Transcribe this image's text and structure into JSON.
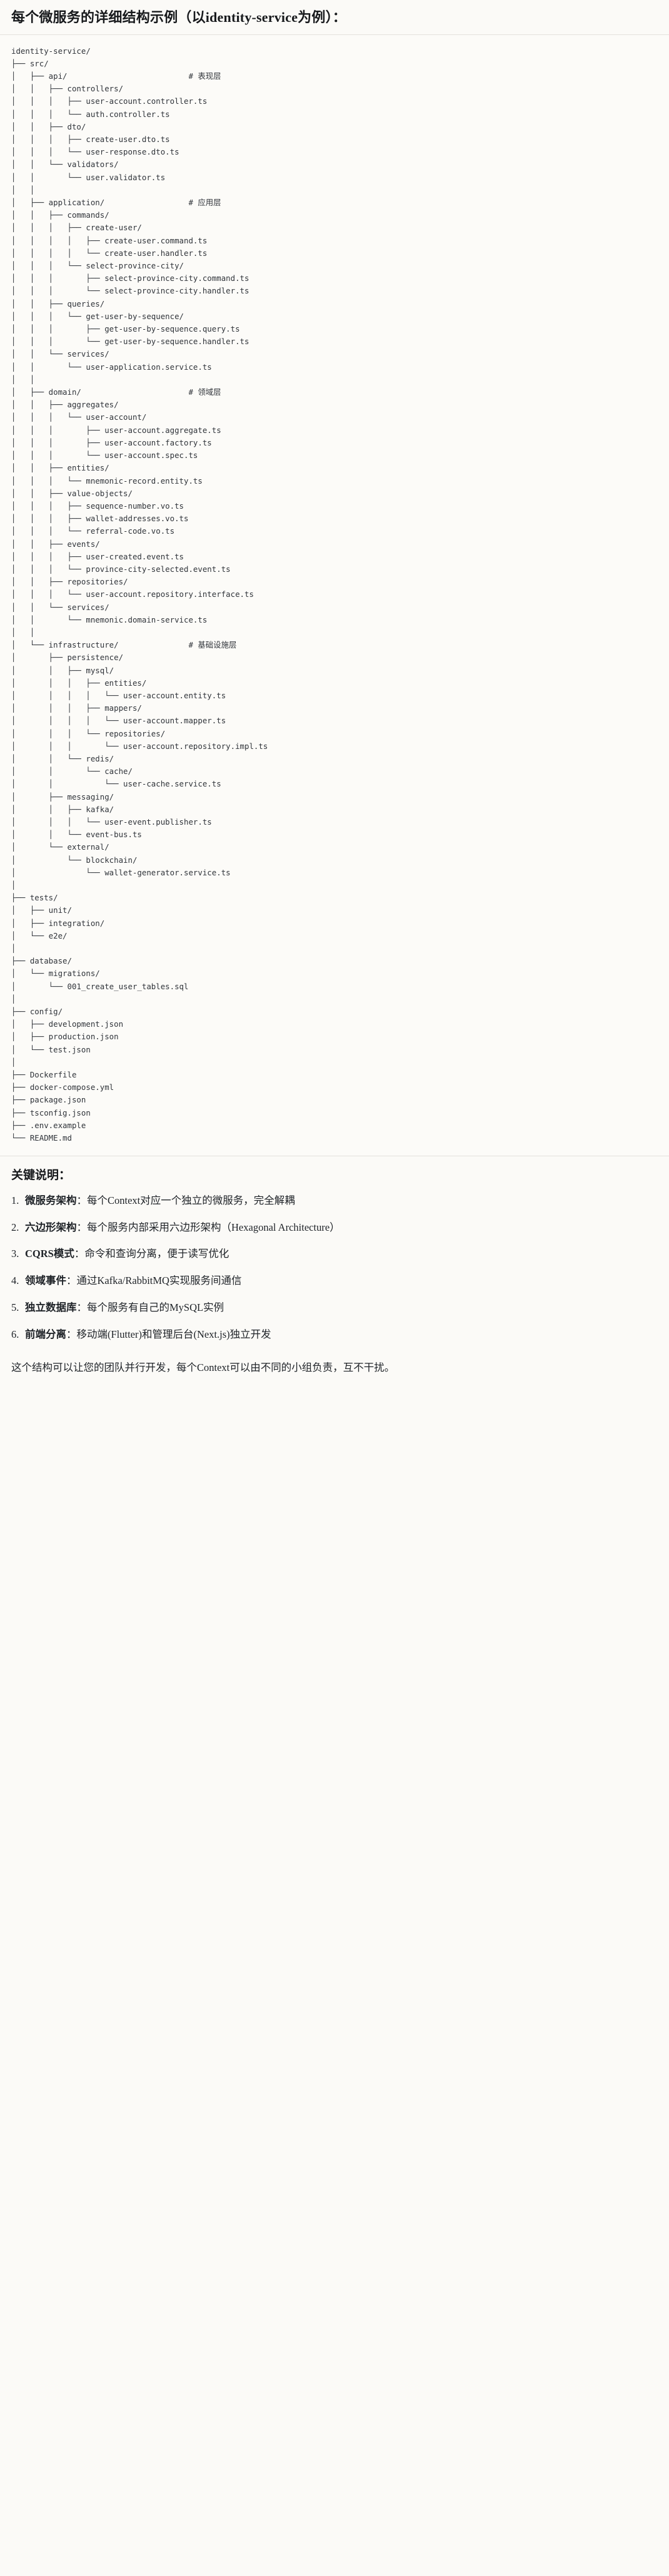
{
  "heading": "每个微服务的详细结构示例（以identity-service为例）：",
  "tree": {
    "root": "identity-service/",
    "lines": [
      "identity-service/",
      "├── src/",
      "│   ├── api/                          # 表现层",
      "│   │   ├── controllers/",
      "│   │   │   ├── user-account.controller.ts",
      "│   │   │   └── auth.controller.ts",
      "│   │   ├── dto/",
      "│   │   │   ├── create-user.dto.ts",
      "│   │   │   └── user-response.dto.ts",
      "│   │   └── validators/",
      "│   │       └── user.validator.ts",
      "│   │",
      "│   ├── application/                  # 应用层",
      "│   │   ├── commands/",
      "│   │   │   ├── create-user/",
      "│   │   │   │   ├── create-user.command.ts",
      "│   │   │   │   └── create-user.handler.ts",
      "│   │   │   └── select-province-city/",
      "│   │   │       ├── select-province-city.command.ts",
      "│   │   │       └── select-province-city.handler.ts",
      "│   │   ├── queries/",
      "│   │   │   └── get-user-by-sequence/",
      "│   │   │       ├── get-user-by-sequence.query.ts",
      "│   │   │       └── get-user-by-sequence.handler.ts",
      "│   │   └── services/",
      "│   │       └── user-application.service.ts",
      "│   │",
      "│   ├── domain/                       # 领域层",
      "│   │   ├── aggregates/",
      "│   │   │   └── user-account/",
      "│   │   │       ├── user-account.aggregate.ts",
      "│   │   │       ├── user-account.factory.ts",
      "│   │   │       └── user-account.spec.ts",
      "│   │   ├── entities/",
      "│   │   │   └── mnemonic-record.entity.ts",
      "│   │   ├── value-objects/",
      "│   │   │   ├── sequence-number.vo.ts",
      "│   │   │   ├── wallet-addresses.vo.ts",
      "│   │   │   └── referral-code.vo.ts",
      "│   │   ├── events/",
      "│   │   │   ├── user-created.event.ts",
      "│   │   │   └── province-city-selected.event.ts",
      "│   │   ├── repositories/",
      "│   │   │   └── user-account.repository.interface.ts",
      "│   │   └── services/",
      "│   │       └── mnemonic.domain-service.ts",
      "│   │",
      "│   └── infrastructure/               # 基础设施层",
      "│       ├── persistence/",
      "│       │   ├── mysql/",
      "│       │   │   ├── entities/",
      "│       │   │   │   └── user-account.entity.ts",
      "│       │   │   ├── mappers/",
      "│       │   │   │   └── user-account.mapper.ts",
      "│       │   │   └── repositories/",
      "│       │   │       └── user-account.repository.impl.ts",
      "│       │   └── redis/",
      "│       │       └── cache/",
      "│       │           └── user-cache.service.ts",
      "│       ├── messaging/",
      "│       │   ├── kafka/",
      "│       │   │   └── user-event.publisher.ts",
      "│       │   └── event-bus.ts",
      "│       └── external/",
      "│           └── blockchain/",
      "│               └── wallet-generator.service.ts",
      "│",
      "├── tests/",
      "│   ├── unit/",
      "│   ├── integration/",
      "│   └── e2e/",
      "│",
      "├── database/",
      "│   └── migrations/",
      "│       └── 001_create_user_tables.sql",
      "│",
      "├── config/",
      "│   ├── development.json",
      "│   ├── production.json",
      "│   └── test.json",
      "│",
      "├── Dockerfile",
      "├── docker-compose.yml",
      "├── package.json",
      "├── tsconfig.json",
      "├── .env.example",
      "└── README.md"
    ],
    "layer_comments": [
      {
        "path": "src/api/",
        "comment": "# 表现层"
      },
      {
        "path": "src/application/",
        "comment": "# 应用层"
      },
      {
        "path": "src/domain/",
        "comment": "# 领域层"
      },
      {
        "path": "src/infrastructure/",
        "comment": "# 基础设施层"
      }
    ]
  },
  "notes": {
    "title": "关键说明：",
    "items": [
      {
        "term": "微服务架构",
        "sep": "：",
        "desc": "每个Context对应一个独立的微服务，完全解耦"
      },
      {
        "term": "六边形架构",
        "sep": "：",
        "desc": "每个服务内部采用六边形架构（Hexagonal Architecture）"
      },
      {
        "term": "CQRS模式",
        "sep": "：",
        "desc": "命令和查询分离，便于读写优化"
      },
      {
        "term": "领域事件",
        "sep": "：",
        "desc": "通过Kafka/RabbitMQ实现服务间通信"
      },
      {
        "term": "独立数据库",
        "sep": "：",
        "desc": "每个服务有自己的MySQL实例"
      },
      {
        "term": "前端分离",
        "sep": "：",
        "desc": "移动端(Flutter)和管理后台(Next.js)独立开发"
      }
    ],
    "closing": "这个结构可以让您的团队并行开发，每个Context可以由不同的小组负责，互不干扰。"
  },
  "colors": {
    "page_bg": "#fbfaf7",
    "code_bg": "#fcfbf8",
    "rule": "#e3e1dc",
    "text": "#1f2328",
    "code_text": "#30343a"
  }
}
